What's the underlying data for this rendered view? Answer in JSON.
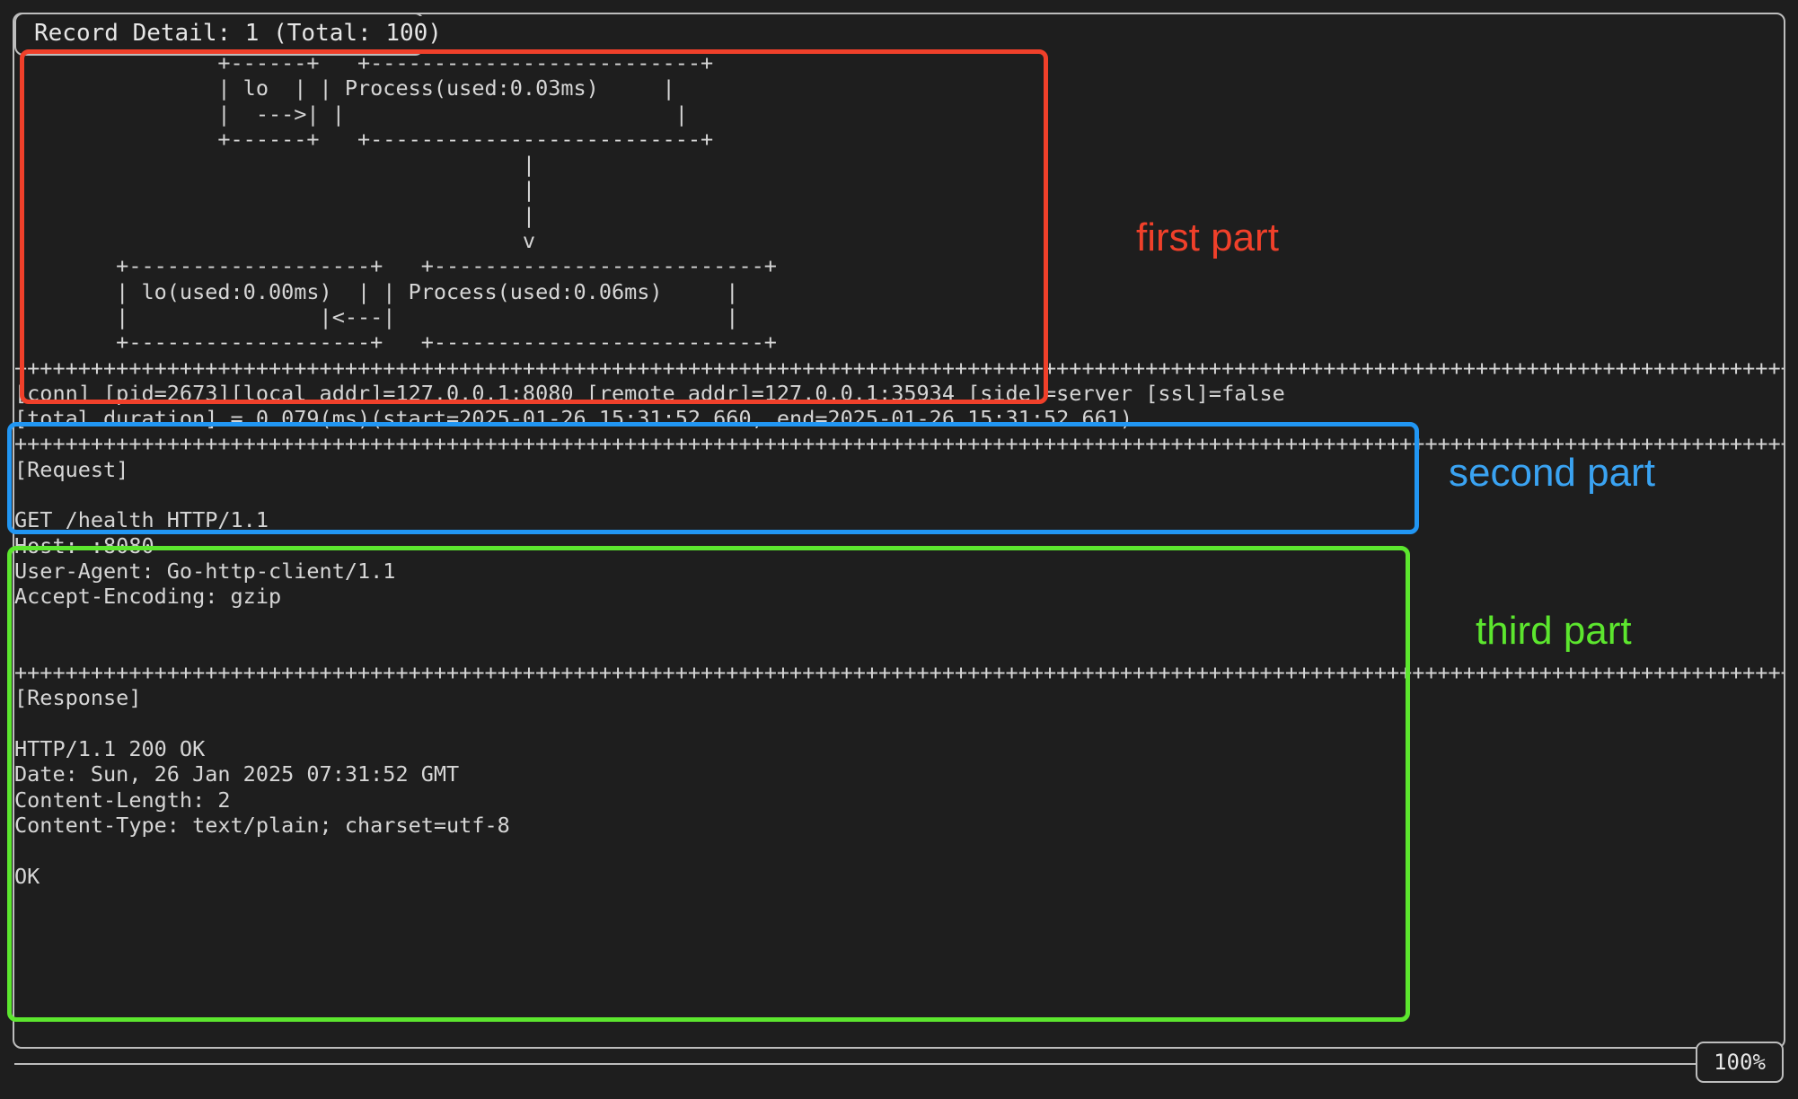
{
  "window": {
    "title": "Record Detail: 1 (Total: 100)",
    "background_color": "#1e1e1e",
    "foreground_color": "#d6d6d6",
    "border_color": "#bdbdbd"
  },
  "first_part": {
    "kind": "ascii-flow-diagram",
    "text": "                +------+   +--------------------------+\n                | lo   |   | Process(used:0.03ms)     |\n                |   --->|   |                          |\n                +------+   +--------------------------+\n                                        |\n                                        |\n                                        |\n                                        v\n        +-------------------+   +--------------------------+\n        | lo(used:0.00ms)|   | Process(used:0.06ms)     |\n        |             |<---|                          |\n        +-------------------+   +--------------------------+",
    "nodes": [
      {
        "label": "lo",
        "used": ""
      },
      {
        "label": "Process(used:0.03ms)",
        "used": "0.03ms"
      },
      {
        "label": "lo(used:0.00ms)",
        "used": "0.00ms"
      },
      {
        "label": "Process(used:0.06ms)",
        "used": "0.06ms"
      }
    ],
    "arrows": [
      "--->",
      "v",
      "<---"
    ]
  },
  "separator_char": "+",
  "second_part": {
    "line1": "[conn] [pid=2673][local addr]=127.0.0.1:8080 [remote addr]=127.0.0.1:35934 [side]=server [ssl]=false",
    "line2": "[total duration] = 0.079(ms)(start=2025-01-26 15:31:52.660, end=2025-01-26 15:31:52.661)",
    "fields": {
      "pid": "2673",
      "local_addr": "127.0.0.1:8080",
      "remote_addr": "127.0.0.1:35934",
      "side": "server",
      "ssl": "false",
      "total_duration": "0.079(ms)",
      "start": "2025-01-26 15:31:52.660",
      "end": "2025-01-26 15:31:52.661"
    }
  },
  "third_part": {
    "request_heading": "[Request]",
    "request_lines": [
      "GET /health HTTP/1.1",
      "Host: :8080",
      "User-Agent: Go-http-client/1.1",
      "Accept-Encoding: gzip"
    ],
    "response_heading": "[Response]",
    "response_lines": [
      "HTTP/1.1 200 OK",
      "Date: Sun, 26 Jan 2025 07:31:52 GMT",
      "Content-Length: 2",
      "Content-Type: text/plain; charset=utf-8"
    ],
    "response_body": "OK"
  },
  "status_bar": {
    "percent": "100%"
  },
  "annotations": [
    {
      "label": "first part",
      "color": "#f0402a"
    },
    {
      "label": "second part",
      "color": "#3aa3f2"
    },
    {
      "label": "third part",
      "color": "#5ce62e"
    }
  ]
}
